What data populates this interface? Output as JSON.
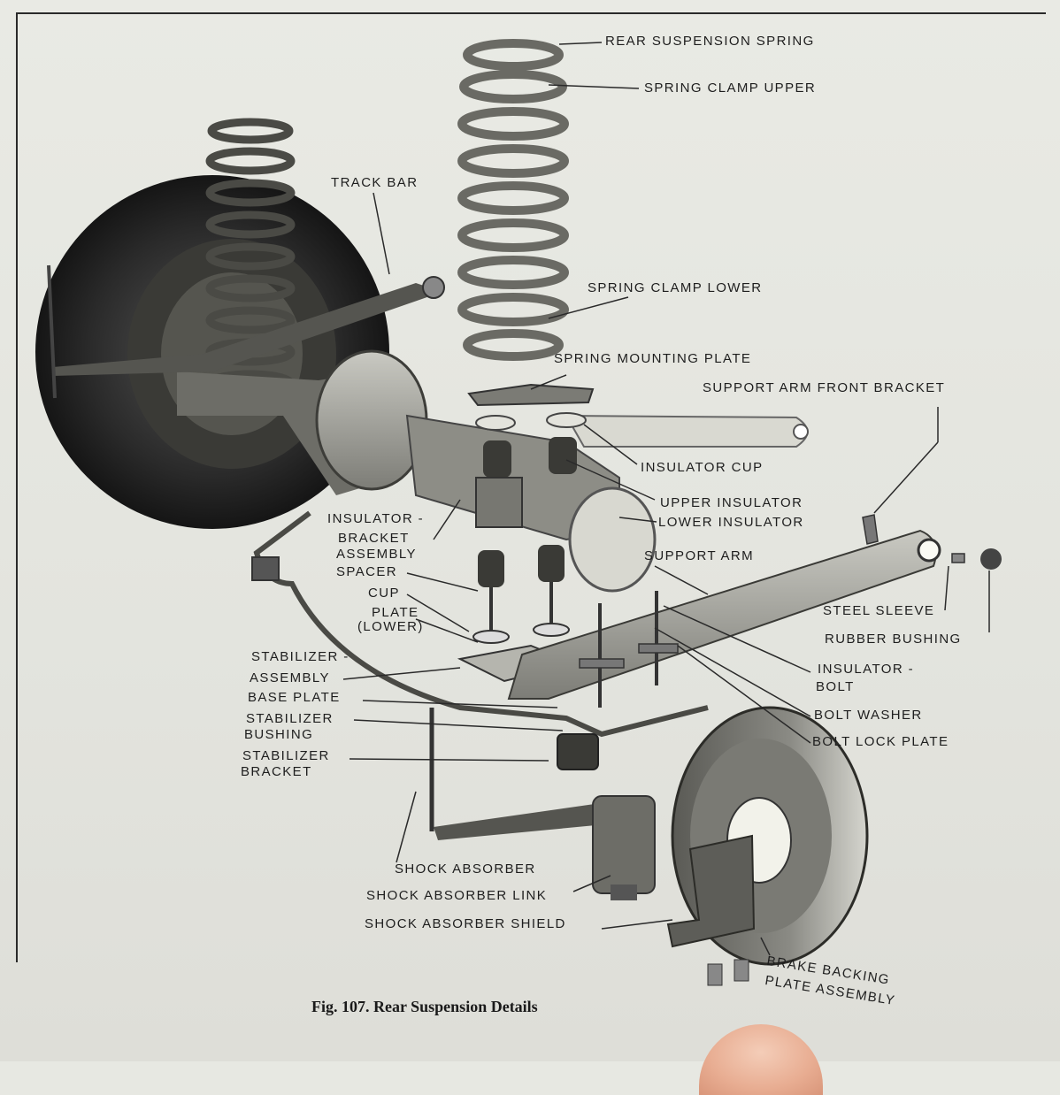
{
  "labels": {
    "rear_suspension_spring": "REAR SUSPENSION SPRING",
    "spring_clamp_upper": "SPRING CLAMP UPPER",
    "track_bar": "TRACK BAR",
    "spring_clamp_lower": "SPRING CLAMP LOWER",
    "spring_mounting_plate": "SPRING MOUNTING PLATE",
    "support_arm_front_bracket": "SUPPORT ARM FRONT BRACKET",
    "insulator_cup": "INSULATOR CUP",
    "upper_insulator": "UPPER INSULATOR",
    "lower_insulator": "LOWER INSULATOR",
    "insulator_bracket_assembly_1": "INSULATOR -",
    "insulator_bracket_assembly_2": "BRACKET",
    "insulator_bracket_assembly_3": "ASSEMBLY",
    "support_arm": "SUPPORT ARM",
    "spacer": "SPACER",
    "cup": "CUP",
    "plate_lower_1": "PLATE",
    "plate_lower_2": "(LOWER)",
    "steel_sleeve": "STEEL SLEEVE",
    "rubber_bushing": "RUBBER BUSHING",
    "stabilizer_assembly_1": "STABILIZER -",
    "stabilizer_assembly_2": "ASSEMBLY",
    "base_plate": "BASE PLATE",
    "insulator_bolt_1": "INSULATOR -",
    "insulator_bolt_2": "BOLT",
    "bolt_washer": "BOLT WASHER",
    "stabilizer_bushing_1": "STABILIZER",
    "stabilizer_bushing_2": "BUSHING",
    "bolt_lock_plate": "BOLT LOCK PLATE",
    "stabilizer_bracket_1": "STABILIZER",
    "stabilizer_bracket_2": "BRACKET",
    "shock_absorber": "SHOCK ABSORBER",
    "shock_absorber_link": "SHOCK ABSORBER LINK",
    "shock_absorber_shield": "SHOCK ABSORBER SHIELD",
    "brake_backing_1": "BRAKE BACKING",
    "brake_backing_2": "PLATE ASSEMBLY"
  },
  "caption": "Fig. 107.  Rear Suspension Details",
  "colors": {
    "paper": "#e7e8e2",
    "ink": "#1e1e1e",
    "metal": "#8a8a84",
    "dark": "#2b2b2b"
  }
}
